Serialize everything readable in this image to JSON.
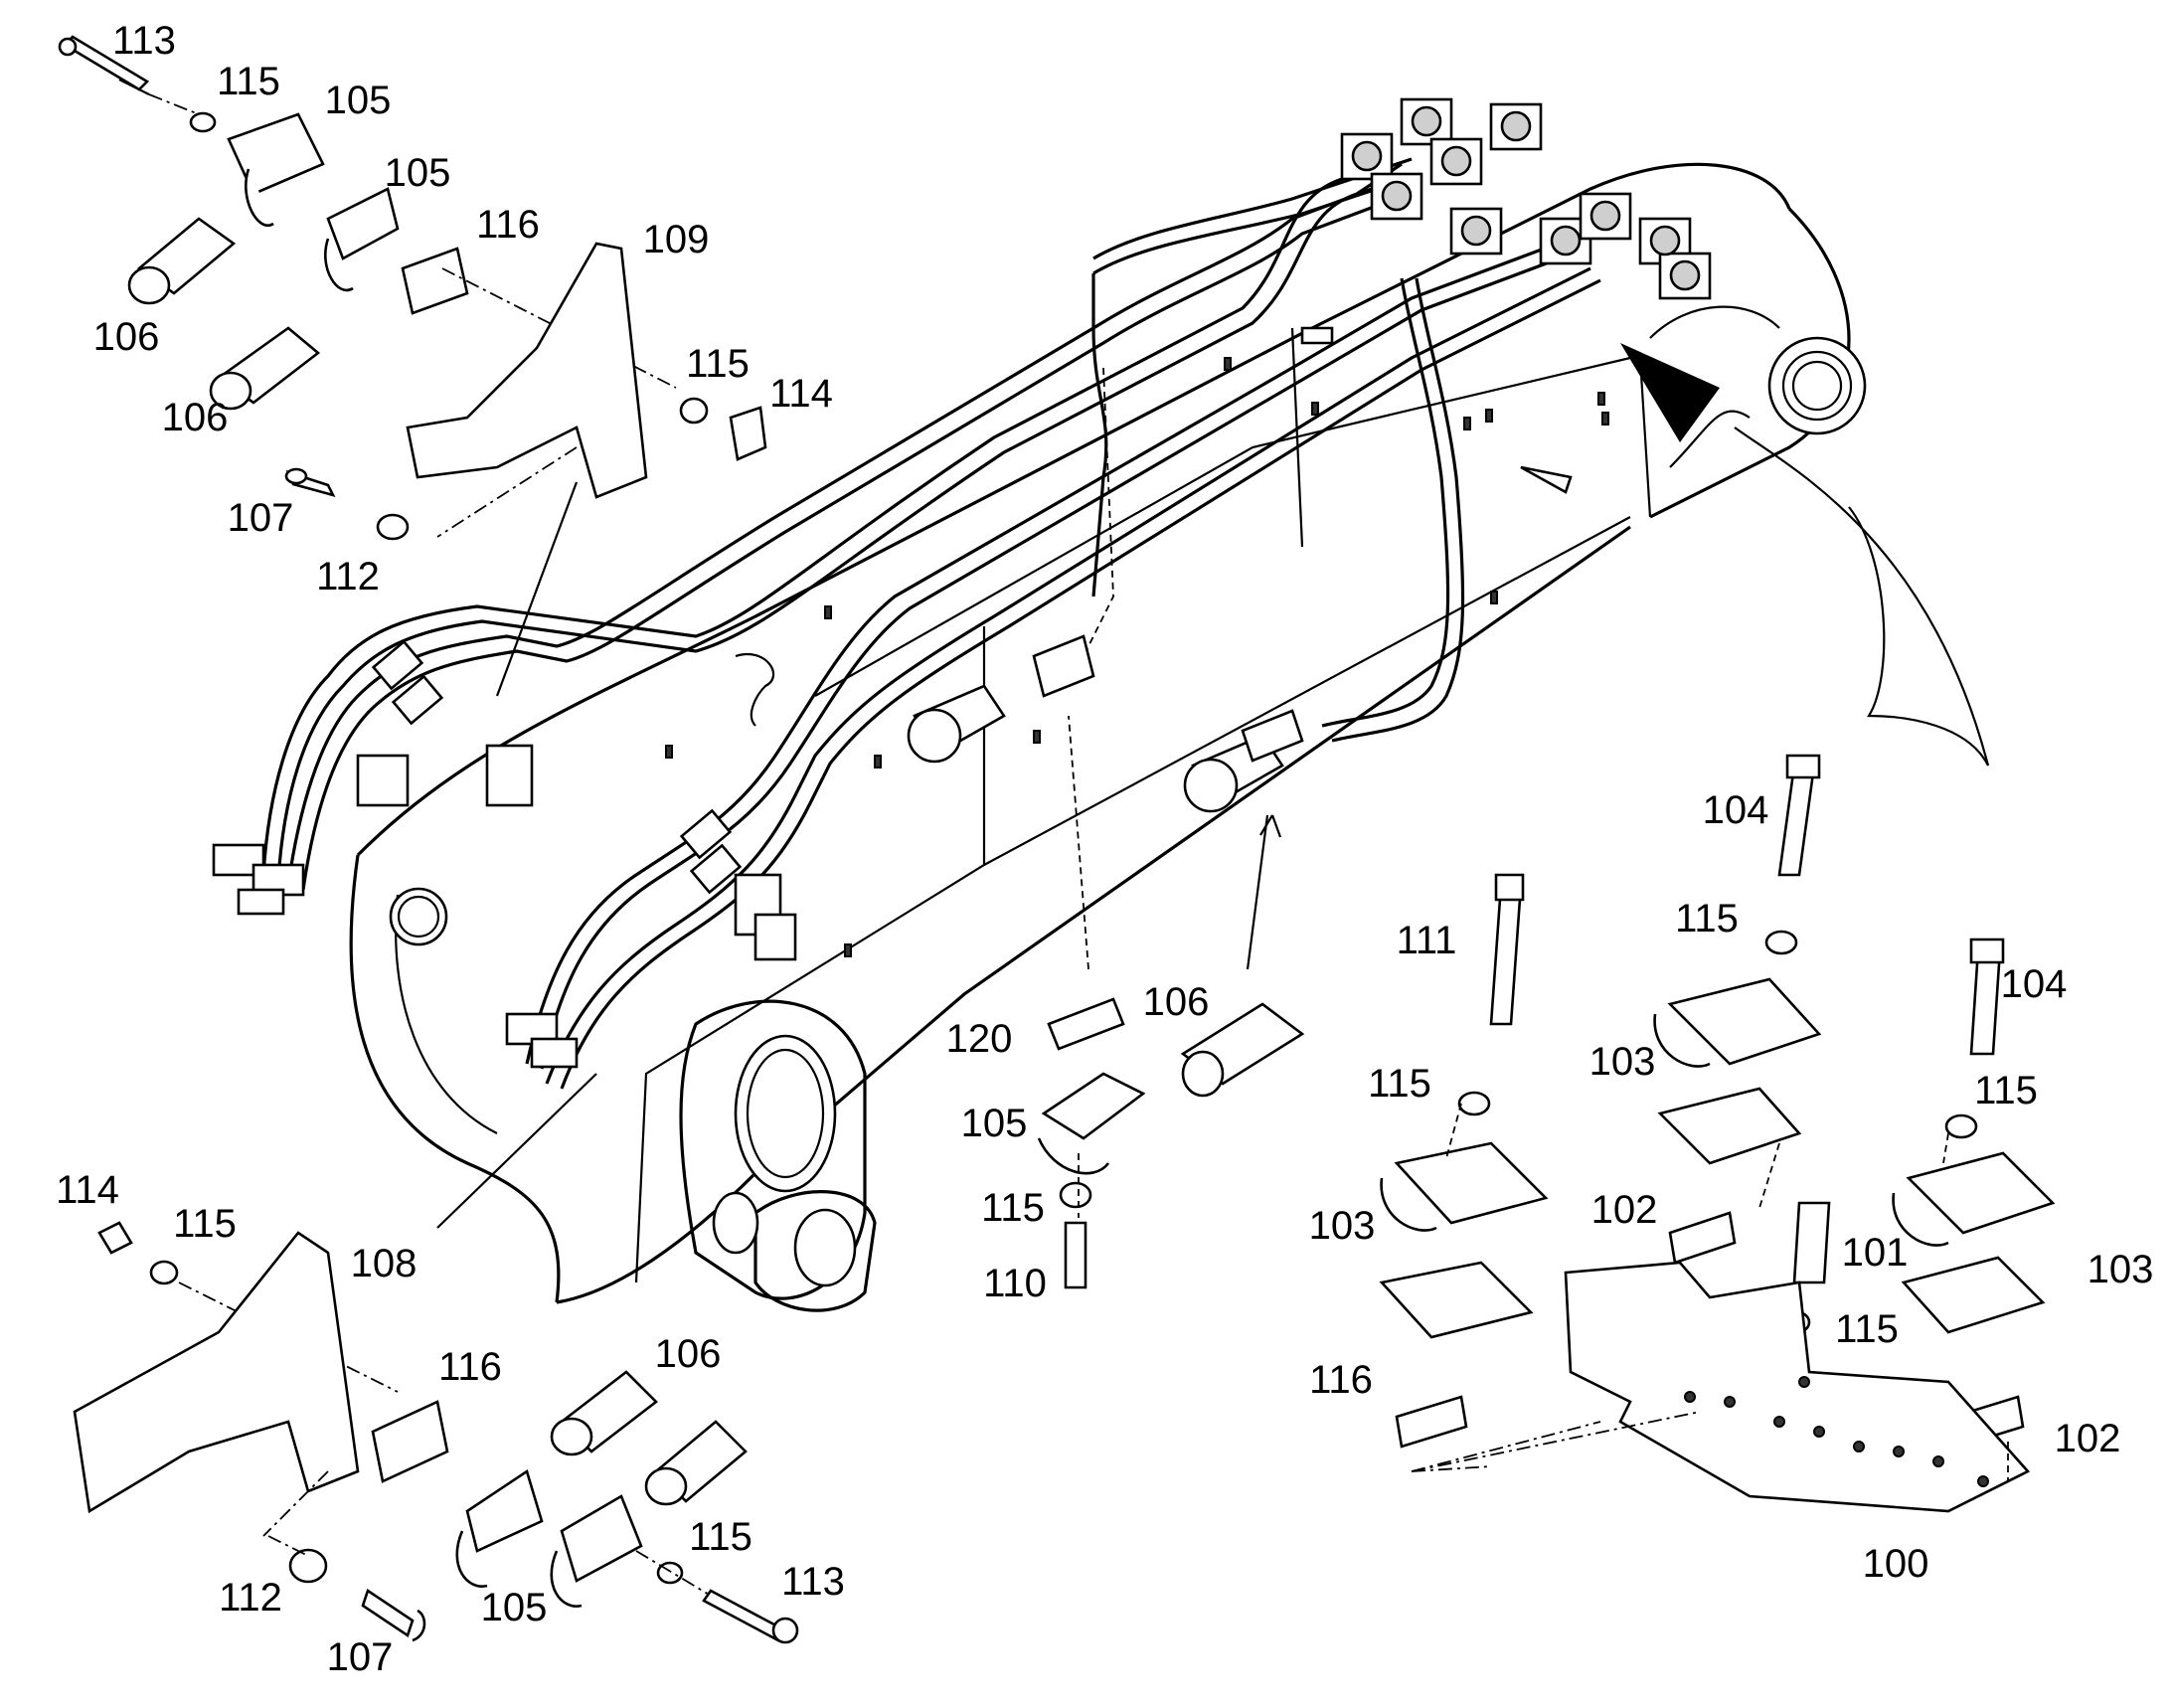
{
  "diagram": {
    "callouts": [
      {
        "id": "c113a",
        "text": "113"
      },
      {
        "id": "c115a",
        "text": "115"
      },
      {
        "id": "c105a",
        "text": "105"
      },
      {
        "id": "c105b",
        "text": "105"
      },
      {
        "id": "c116a",
        "text": "116"
      },
      {
        "id": "c109",
        "text": "109"
      },
      {
        "id": "c106a",
        "text": "106"
      },
      {
        "id": "c106b",
        "text": "106"
      },
      {
        "id": "c115b",
        "text": "115"
      },
      {
        "id": "c114a",
        "text": "114"
      },
      {
        "id": "c107a",
        "text": "107"
      },
      {
        "id": "c112a",
        "text": "112"
      },
      {
        "id": "c104a",
        "text": "104"
      },
      {
        "id": "c111",
        "text": "111"
      },
      {
        "id": "c115c",
        "text": "115"
      },
      {
        "id": "c104b",
        "text": "104"
      },
      {
        "id": "c106c",
        "text": "106"
      },
      {
        "id": "c120",
        "text": "120"
      },
      {
        "id": "c103a",
        "text": "103"
      },
      {
        "id": "c115d",
        "text": "115"
      },
      {
        "id": "c115e",
        "text": "115"
      },
      {
        "id": "c105c",
        "text": "105"
      },
      {
        "id": "c115f",
        "text": "115"
      },
      {
        "id": "c103b",
        "text": "103"
      },
      {
        "id": "c102a",
        "text": "102"
      },
      {
        "id": "c101",
        "text": "101"
      },
      {
        "id": "c103c",
        "text": "103"
      },
      {
        "id": "c110",
        "text": "110"
      },
      {
        "id": "c115g",
        "text": "115"
      },
      {
        "id": "c114b",
        "text": "114"
      },
      {
        "id": "c115h",
        "text": "115"
      },
      {
        "id": "c108",
        "text": "108"
      },
      {
        "id": "c116b",
        "text": "116"
      },
      {
        "id": "c102b",
        "text": "102"
      },
      {
        "id": "c106d",
        "text": "106"
      },
      {
        "id": "c116c",
        "text": "116"
      },
      {
        "id": "c112b",
        "text": "112"
      },
      {
        "id": "c105d",
        "text": "105"
      },
      {
        "id": "c115i",
        "text": "115"
      },
      {
        "id": "c113b",
        "text": "113"
      },
      {
        "id": "c107b",
        "text": "107"
      },
      {
        "id": "c100",
        "text": "100"
      }
    ]
  }
}
